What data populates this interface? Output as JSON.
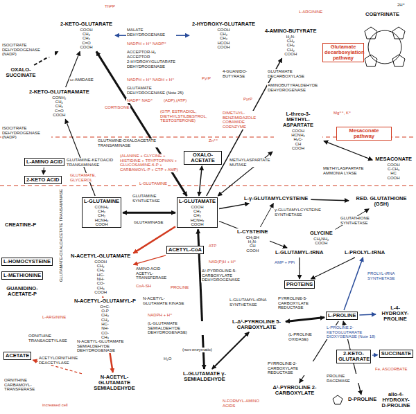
{
  "diagram": {
    "nodes": [
      {
        "text": [
          "2-KETO-GLUTARATE",
          "COOH CH₂ CH₂ C=O COOH"
        ]
      },
      {
        "text": [
          "2-HYDROXY-GLUTARATE",
          "COOH CH₂ CH₂ HCOH COOH"
        ]
      },
      {
        "text": [
          "4-AMINO-BUTYRATE",
          "H₂N-CH₂ CH₂ CH₂ COOH"
        ]
      },
      {
        "text": [
          "Glutamate decarboxylation pathway"
        ]
      },
      {
        "text": [
          "COBYRINATE"
        ]
      },
      {
        "text": [
          "2-KETO-GLUTARAMATE",
          "CONH₂ CH₂ CH₂ C=O COOH"
        ]
      },
      {
        "text": [
          "OXALO-SUCCINATE"
        ]
      },
      {
        "text": [
          "L-AMINO ACID"
        ]
      },
      {
        "text": [
          "2-KETO ACID"
        ]
      },
      {
        "text": [
          "OXALO-ACETATE"
        ]
      },
      {
        "text": [
          "L-threo-3-METHYL-ASPARTATE",
          "COOH HCNH₂ H₃C-CH COOH"
        ]
      },
      {
        "text": [
          "Mesaconate pathway"
        ]
      },
      {
        "text": [
          "MESACONATE",
          "COOH C-CH₃ HC COOH"
        ]
      },
      {
        "text": [
          "L-GLUTAMINE",
          "CONH₂ CH₂ CH₂ HCNH₂ COOH"
        ]
      },
      {
        "text": [
          "L-GLUTAMATE",
          "COOH CH₂ CH₂ HCNH₂ COOH"
        ]
      },
      {
        "text": [
          "L-γ-GLUTAMYLCYSTEINE"
        ]
      },
      {
        "text": [
          "RED. GLUTATHIONE (GSH)"
        ]
      },
      {
        "text": [
          "L-CYSTEINE",
          "CH₂SH H₂N-CH COOH"
        ]
      },
      {
        "text": [
          "GLYCINE",
          "CH₂NH₂ COOH"
        ]
      },
      {
        "text": [
          "CREATINE-P"
        ]
      },
      {
        "text": [
          "L-HOMOCYSTEINE"
        ]
      },
      {
        "text": [
          "L-METHIONINE"
        ]
      },
      {
        "text": [
          "GUANIDINO-ACETATE-P"
        ]
      },
      {
        "text": [
          "N-ACETYL-GLUTAMATE",
          "COOH CH₂ CH₂ HC-NH-CO-CH₃ COOH"
        ]
      },
      {
        "text": [
          "ACETYL-CoA"
        ]
      },
      {
        "text": [
          "L-GLUTAMYL-tRNA"
        ]
      },
      {
        "text": [
          "PROTEINS"
        ]
      },
      {
        "text": [
          "L-PROLYL-tRNA"
        ]
      },
      {
        "text": [
          "N-ACETYL-GLUTAMYL-P",
          "O=C-O-P CH₂ CH₂ HC-NH-CO-CH₃ COOH"
        ]
      },
      {
        "text": [
          "L-Δ¹-PYRROLINE 5-CARBOXYLATE"
        ]
      },
      {
        "text": [
          "L-PROLINE"
        ]
      },
      {
        "text": [
          "2-KETO-GLUTARATE"
        ]
      },
      {
        "text": [
          "SUCCINATE"
        ]
      },
      {
        "text": [
          "L-4-HYDROXY-PROLINE"
        ]
      },
      {
        "text": [
          "ACETATE"
        ]
      },
      {
        "text": [
          "N-ACETYL-GLUTAMATE SEMIALDEHYDE"
        ]
      },
      {
        "text": [
          "L-GLUTAMATE γ-SEMIALDEHYDE"
        ]
      },
      {
        "text": [
          "Δ¹-PYRROLINE 2-CARBOXYLATE"
        ]
      },
      {
        "text": [
          "D-PROLINE"
        ]
      },
      {
        "text": [
          "allo-4-HYDROXY-D-PROLINE"
        ]
      }
    ],
    "edges": [
      {
        "from": 0,
        "to": 1,
        "arrow": "both"
      },
      {
        "from": 6,
        "to": 0,
        "arrow": "to"
      },
      {
        "from": 5,
        "to": 0,
        "arrow": "to"
      },
      {
        "from": 0,
        "to": 14,
        "arrow": "both"
      },
      {
        "from": 14,
        "to": 2,
        "arrow": "to"
      },
      {
        "from": 14,
        "to": 10,
        "arrow": "both"
      },
      {
        "from": 10,
        "to": 12,
        "arrow": "both"
      },
      {
        "from": 13,
        "to": 14,
        "arrow": "both"
      },
      {
        "from": 13,
        "to": 5,
        "arrow": "to"
      },
      {
        "from": 9,
        "to": 14,
        "arrow": "both"
      },
      {
        "from": 7,
        "to": 8,
        "arrow": "to"
      },
      {
        "from": 14,
        "to": 15,
        "arrow": "to"
      },
      {
        "from": 17,
        "to": 15,
        "arrow": "to"
      },
      {
        "from": 15,
        "to": 16,
        "arrow": "to"
      },
      {
        "from": 18,
        "to": 16,
        "arrow": "to"
      },
      {
        "from": 14,
        "to": 23,
        "arrow": "to"
      },
      {
        "from": 24,
        "to": 23,
        "arrow": "to"
      },
      {
        "from": 23,
        "to": 28,
        "arrow": "to"
      },
      {
        "from": 28,
        "to": 35,
        "arrow": "to"
      },
      {
        "from": 35,
        "to": 34,
        "arrow": "to"
      },
      {
        "from": 14,
        "to": 25,
        "arrow": "to"
      },
      {
        "from": 25,
        "to": 26,
        "arrow": "to"
      },
      {
        "from": 14,
        "to": 36,
        "arrow": "both"
      },
      {
        "from": 36,
        "to": 29,
        "arrow": "both"
      },
      {
        "from": 29,
        "to": 30,
        "arrow": "both"
      },
      {
        "from": 30,
        "to": 27,
        "arrow": "to"
      },
      {
        "from": 27,
        "to": 26,
        "arrow": "to"
      },
      {
        "from": 30,
        "to": 33,
        "arrow": "to"
      },
      {
        "from": 31,
        "to": 32,
        "arrow": "to"
      },
      {
        "from": 30,
        "to": 37,
        "arrow": "to"
      },
      {
        "from": 30,
        "to": 38,
        "arrow": "both"
      }
    ],
    "labels": [
      "ThPP",
      "L-ARGININE",
      "2H⁺",
      "MALATE DEHYDROGENASE",
      "NADPH + H⁺ NADP⁺",
      "ACCEPTOR-H₂ ACCEPTOR",
      "2-HYDROXYGLUTARATE DEHYDROGENASE",
      "ISOCITRATE DEHYDROGENASE (NADP)",
      "ω-AMIDASE",
      "NADPH + H⁺ NADH + H⁺",
      "GLUTAMATE DEHYDROGENASE (Note 25)",
      "NADP⁺ NAD⁺",
      "(ADP),(ATP)",
      "CORTISONE",
      "(GTP, ESTRADIOL, DIETHYLSTILBESTROL, TESTOSTERONE)",
      "PyrP",
      "4-GUANIDO-BUTYRASE",
      "GLUTAMATE DECARBOXYLASE",
      "AMINOBUTYRALDEHYDE DEHYDROGENASE",
      "PyrP",
      "ISOCITRATE DEHYDROGENASE (NADP)",
      "DIMETHYL-BENZIMIDAZOLE COBAMIDE COENZYME",
      "Mg⁺⁺, K⁺",
      "GLUTAMINE-OXALOACETATE TRANSAMINASE",
      "Zn⁺⁺",
      "METHYLASPARTATE MUTASE",
      "METHYLASPARTATE AMMONIA LYASE",
      "GLUTAMINE-KETOACID TRANSAMINASE",
      "(ALANINE + GLYCINE + HISTIDINE + TRYPTOPHAN + GLUCOSAMINE-6-P + CARBAMOYL-P + CTP + AMP)",
      "GLUTAMATE, GLYCEROL",
      "L-GLUTAMINE",
      "GLUTAMINE SYNTHETASE",
      "GLUTAMINASE",
      "γ-GLUTAMYLCYSTEINE SYNTHETASE",
      "GLUTATHIONE SYNTHETASE",
      "GLUTAMATE-OXALOACETATE TRANSAMINASE",
      "AMINO ACID ACETYL-TRANSFERASE",
      "CoA-SH",
      "L-ARGININE",
      "N-ACETYL-GLUTAMATE KINASE",
      "PROLINE",
      "NADPH + H⁺",
      "(L-GLUTAMATE SEMIALDEHYDE DEHYDROGENASE)",
      "N-ACETYL-GLUTAMATE SEMIALDEHYDE DEHYDROGENASE",
      "ATP",
      "NAD(P)H + H⁺",
      "Δ¹-PYRROLINE-5-CARBOXYLATE DEHYDROGENASE",
      "AMP + PPi",
      "L-GLUTAMYL-tRNA SYNTHETASE",
      "PROLYL-tRNA SYNTHETASE",
      "PYRROLINE-5-CARBOXYLATE REDUCTASE",
      "L-PROLINE 2-KETOGLUTARATE DIOXYGENASE (Note 18)",
      "(non-enzymatic)",
      "H₂O",
      "(L-PROLINE OXIDASE)",
      "PYRROLINE-2-CARBOXYLATE REDUCTASE",
      "PROLINE RACEMASE",
      "Fe, ASCORBATE",
      "N-FORMYL-AMINO ACIDS",
      "ORNITHINE TRANSACETYLASE",
      "ACETYLORNITHINE DEACETYLASE",
      "ORNITHINE CARBAMOYL-TRANSFERASE",
      "increased cell"
    ]
  }
}
